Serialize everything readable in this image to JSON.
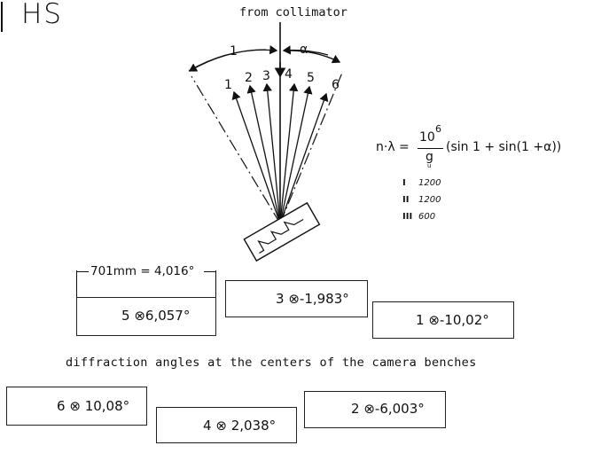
{
  "page": {
    "title": "HS"
  },
  "diagram": {
    "source_label": "from collimator",
    "angle_labels": {
      "incidence": "1",
      "offset": "α"
    },
    "rays": [
      "1",
      "2",
      "3",
      "4",
      "5",
      "6"
    ]
  },
  "formula": {
    "lhs": "n·λ =",
    "numerator": "10",
    "exponent": "6",
    "denominator": "g",
    "sub_denominator": "u",
    "rhs": "(sin 1 + sin(1 +α))"
  },
  "gratings": [
    {
      "roman": "I",
      "g": "1200"
    },
    {
      "roman": "II",
      "g": "1200"
    },
    {
      "roman": "III",
      "g": "600"
    }
  ],
  "scale_note": "701mm = 4,016°",
  "caption": "diffraction angles at the centers of the camera benches",
  "benches": [
    {
      "bench": "5",
      "angle": "6,057°"
    },
    {
      "bench": "3",
      "angle": "-1,983°"
    },
    {
      "bench": "1",
      "angle": "-10,02°"
    },
    {
      "bench": "6",
      "angle": "10,08°"
    },
    {
      "bench": "4",
      "angle": "2,038°"
    },
    {
      "bench": "2",
      "angle": "-6,003°"
    }
  ],
  "symbols": {
    "angle_marker": "⊗"
  }
}
